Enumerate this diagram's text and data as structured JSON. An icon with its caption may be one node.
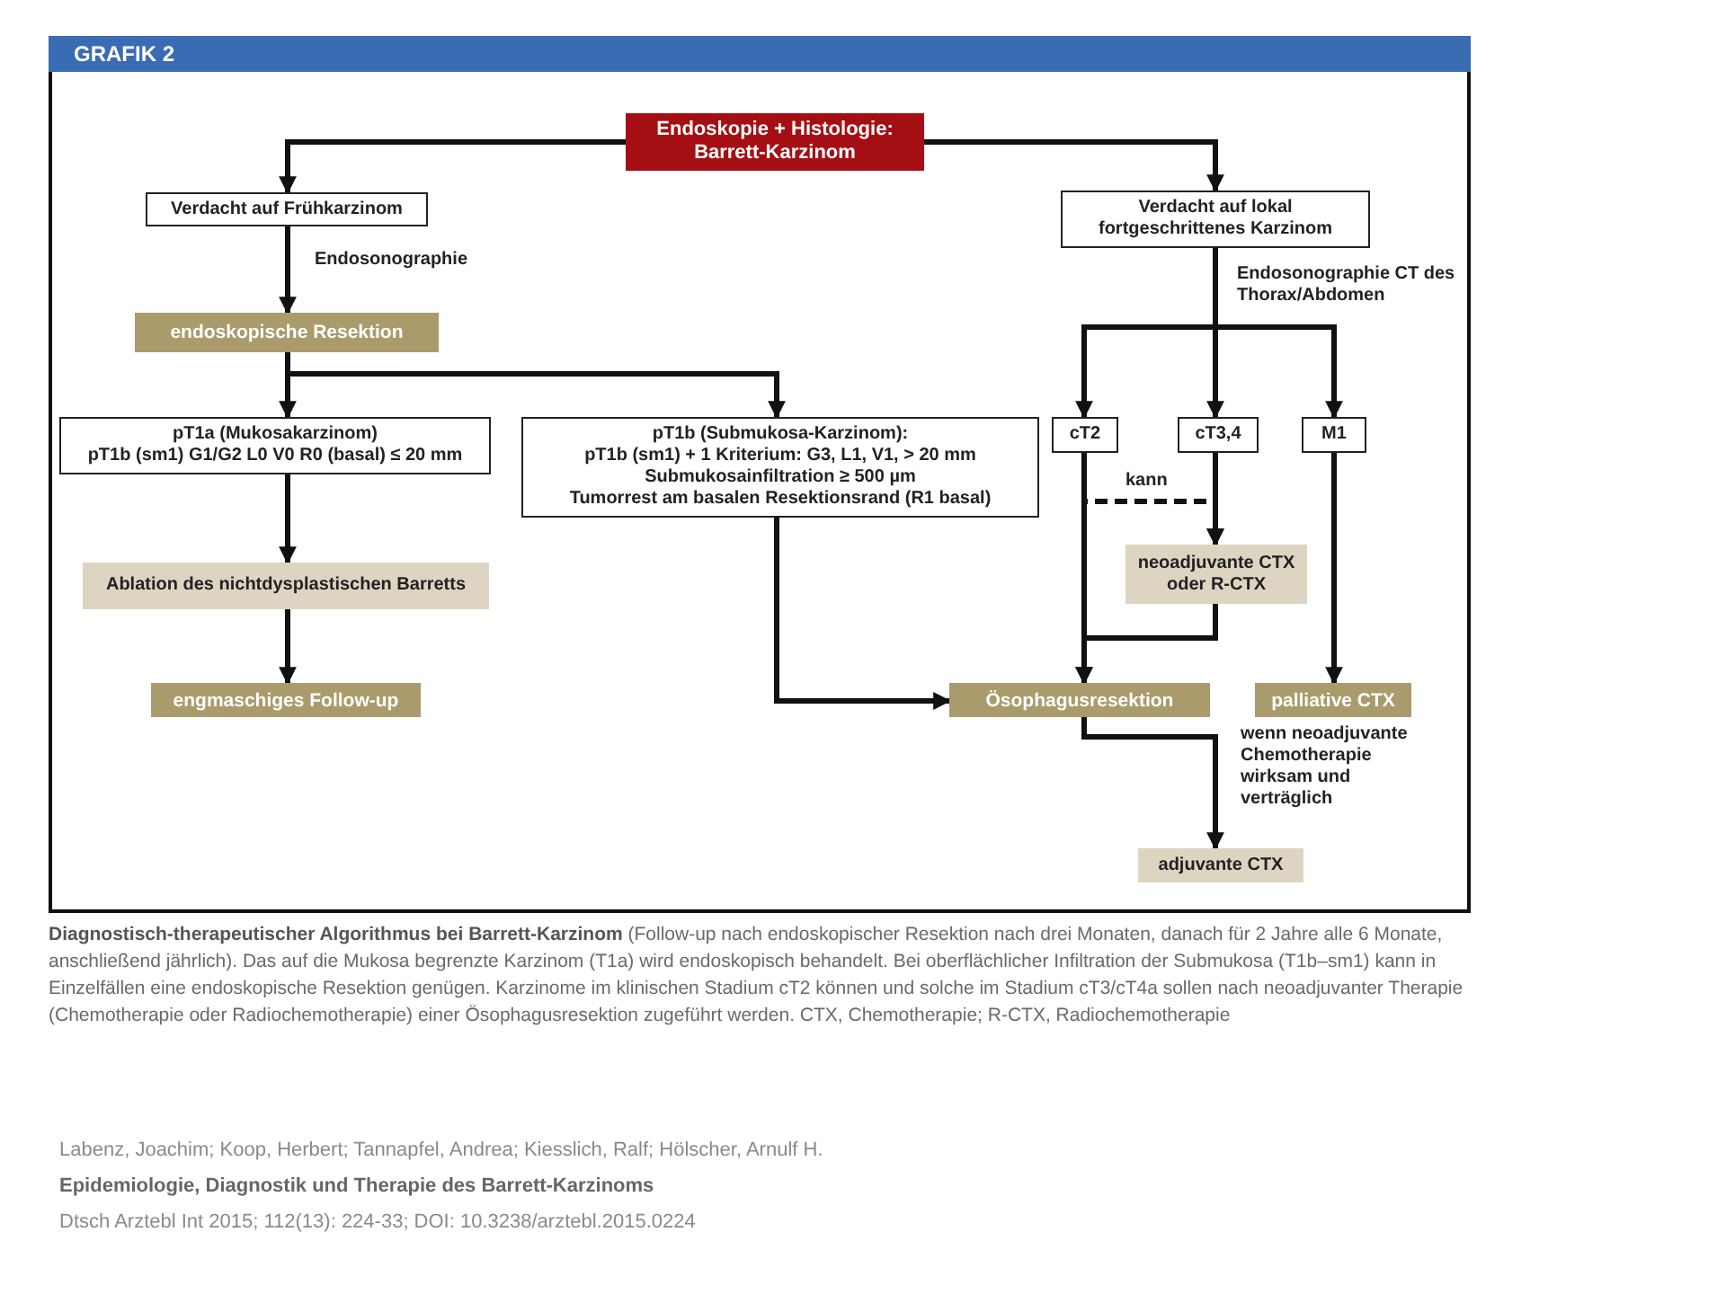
{
  "diagram": {
    "title": "GRAFIK 2",
    "caption": "**Diagnostisch-therapeutischer Algorithmus bei Barrett-Karzinom** (Follow-up nach endoskopischer Resektion nach drei Monaten, danach für 2 Jahre alle 6 Monate, anschließend jährlich). Das auf die Mukosa begrenzte Karzinom (T1a) wird endoskopisch behandelt. Bei oberflächlicher Infiltration der Submukosa (T1b–sm1) kann in Einzelfällen eine endoskopische Resektion genügen. Karzinome im klinischen Stadium cT2 können und solche im Stadium cT3/cT4a sollen nach neoadjuvanter Therapie (Chemotherapie oder Radiochemotherapie) einer Ösophagusresektion zugeführt werden. CTX, Chemotherapie; R-CTX, Radiochemotherapie",
    "nodes": [
      {
        "text": [
          "Endoskopie + Histologie: Barrett-Karzinom"
        ]
      },
      {
        "text": [
          "Verdacht auf Frühkarzinom"
        ]
      },
      {
        "text": [
          "endoskopische Resektion"
        ]
      },
      {
        "text": [
          "pT1a (Mukosakarzinom)",
          "pT1b (sm1) G1/G2 L0 V0 R0 (basal) ≤ 20 mm"
        ]
      },
      {
        "text": [
          "pT1b (Submukosa-Karzinom):",
          "pT1b (sm1) + 1 Kriterium: G3, L1, V1, > 20 mm",
          "Submukosainfiltration ≥ 500 µm",
          "Tumorrest am basalen Resektionsrand (R1 basal)"
        ]
      },
      {
        "text": [
          "Ablation des nichtdysplastischen Barretts"
        ]
      },
      {
        "text": [
          "engmaschiges Follow-up"
        ]
      },
      {
        "text": [
          "Verdacht auf lokal fortgeschrittenes Karzinom"
        ]
      },
      {
        "text": [
          "cT2"
        ]
      },
      {
        "text": [
          "cT3,4"
        ]
      },
      {
        "text": [
          "M1"
        ]
      },
      {
        "text": [
          "neoadjuvante CTX oder R-CTX"
        ]
      },
      {
        "text": [
          "Ösophagusresektion"
        ]
      },
      {
        "text": [
          "palliative CTX"
        ]
      },
      {
        "text": [
          "adjuvante CTX"
        ]
      }
    ],
    "edges": [
      {
        "from": 0,
        "to": 1,
        "arrow": "to"
      },
      {
        "from": 0,
        "to": 7,
        "arrow": "to"
      },
      {
        "from": 1,
        "to": 2,
        "arrow": "to",
        "label": "Endosonographie"
      },
      {
        "from": 2,
        "to": 3,
        "arrow": "to"
      },
      {
        "from": 2,
        "to": 4,
        "arrow": "to"
      },
      {
        "from": 3,
        "to": 5,
        "arrow": "to"
      },
      {
        "from": 5,
        "to": 6,
        "arrow": "to"
      },
      {
        "from": 4,
        "to": 12,
        "arrow": "to"
      },
      {
        "from": 7,
        "to": 8,
        "arrow": "to"
      },
      {
        "from": 7,
        "to": 9,
        "arrow": "to",
        "label": "Endosonographie CT des Thorax/Abdomen"
      },
      {
        "from": 7,
        "to": 10,
        "arrow": "to"
      },
      {
        "from": 8,
        "to": 11,
        "arrow": "to",
        "label": "kann",
        "style": "dashed"
      },
      {
        "from": 9,
        "to": 11,
        "arrow": "to"
      },
      {
        "from": 10,
        "to": 13,
        "arrow": "to"
      },
      {
        "from": 8,
        "to": 12,
        "arrow": "to"
      },
      {
        "from": 11,
        "to": 12,
        "arrow": "to"
      },
      {
        "from": 12,
        "to": 14,
        "arrow": "to",
        "label": "wenn neoadjuvante Chemotherapie wirksam und verträglich"
      }
    ],
    "labels": [
      "Labenz, Joachim; Koop, Herbert; Tannapfel, Andrea; Kiesslich, Ralf; Hölscher, Arnulf H.",
      "Epidemiologie, Diagnostik und Therapie des Barrett-Karzinoms",
      "Dtsch Arztebl Int 2015; 112(13): 224-33; DOI: 10.3238/arztebl.2015.0224"
    ]
  }
}
